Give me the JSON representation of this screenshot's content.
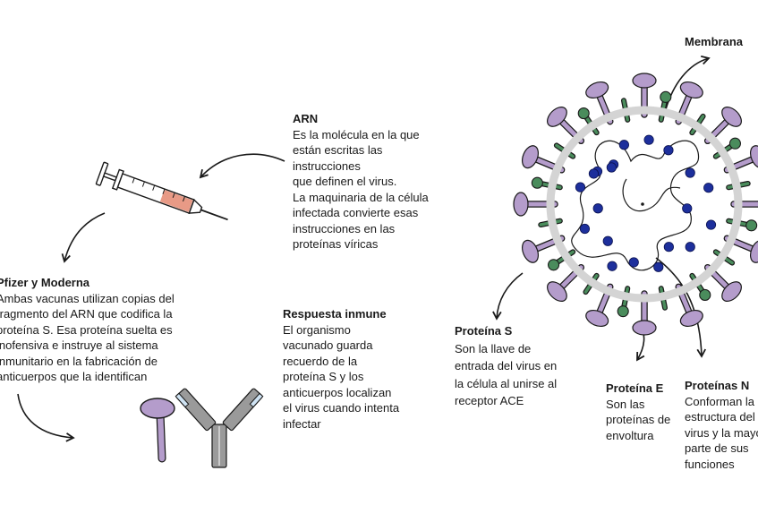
{
  "arn": {
    "title": "ARN",
    "lines": [
      "Es la molécula en la que",
      "están escritas las",
      "instrucciones",
      "que definen el virus.",
      "La maquinaria de la célula",
      "infectada convierte esas",
      "instrucciones en las",
      "proteínas víricas"
    ]
  },
  "pfizer": {
    "title": "Pfizer y Moderna",
    "lines": [
      "Ambas vacunas utilizan copias del",
      "fragmento del ARN que codifica la",
      "proteína S. Esa proteína suelta es",
      "inofensiva e instruye al sistema",
      "inmunitario en la fabricación de",
      "anticuerpos que la identifican"
    ]
  },
  "inmune": {
    "title": "Respuesta inmune",
    "lines": [
      "El organismo",
      "vacunado guarda",
      "recuerdo de la",
      "proteína S y los",
      "anticuerpos localizan",
      "el virus cuando intenta",
      "infectar"
    ]
  },
  "membrana": {
    "title": "Membrana"
  },
  "proteina_s": {
    "title": "Proteína S",
    "lines": [
      "Son la llave de",
      "entrada del virus en",
      "la célula al unirse al",
      "receptor ACE"
    ]
  },
  "proteina_e": {
    "title": "Proteína E",
    "lines": [
      "Son las",
      "proteínas de",
      "envoltura"
    ]
  },
  "proteina_n": {
    "title": "Proteínas N",
    "lines": [
      "Conforman la",
      "estructura del",
      "virus y la mayor",
      "parte de sus",
      "funciones"
    ]
  },
  "colors": {
    "spike": "#b49ccb",
    "membrane_protein": "#4a8c5c",
    "membrane": "#d4d4d4",
    "n_protein": "#1d2f9c",
    "syringe_liquid": "#e89a86",
    "antibody_gray": "#9a9a9a",
    "antibody_tip": "#cfe3f3"
  }
}
